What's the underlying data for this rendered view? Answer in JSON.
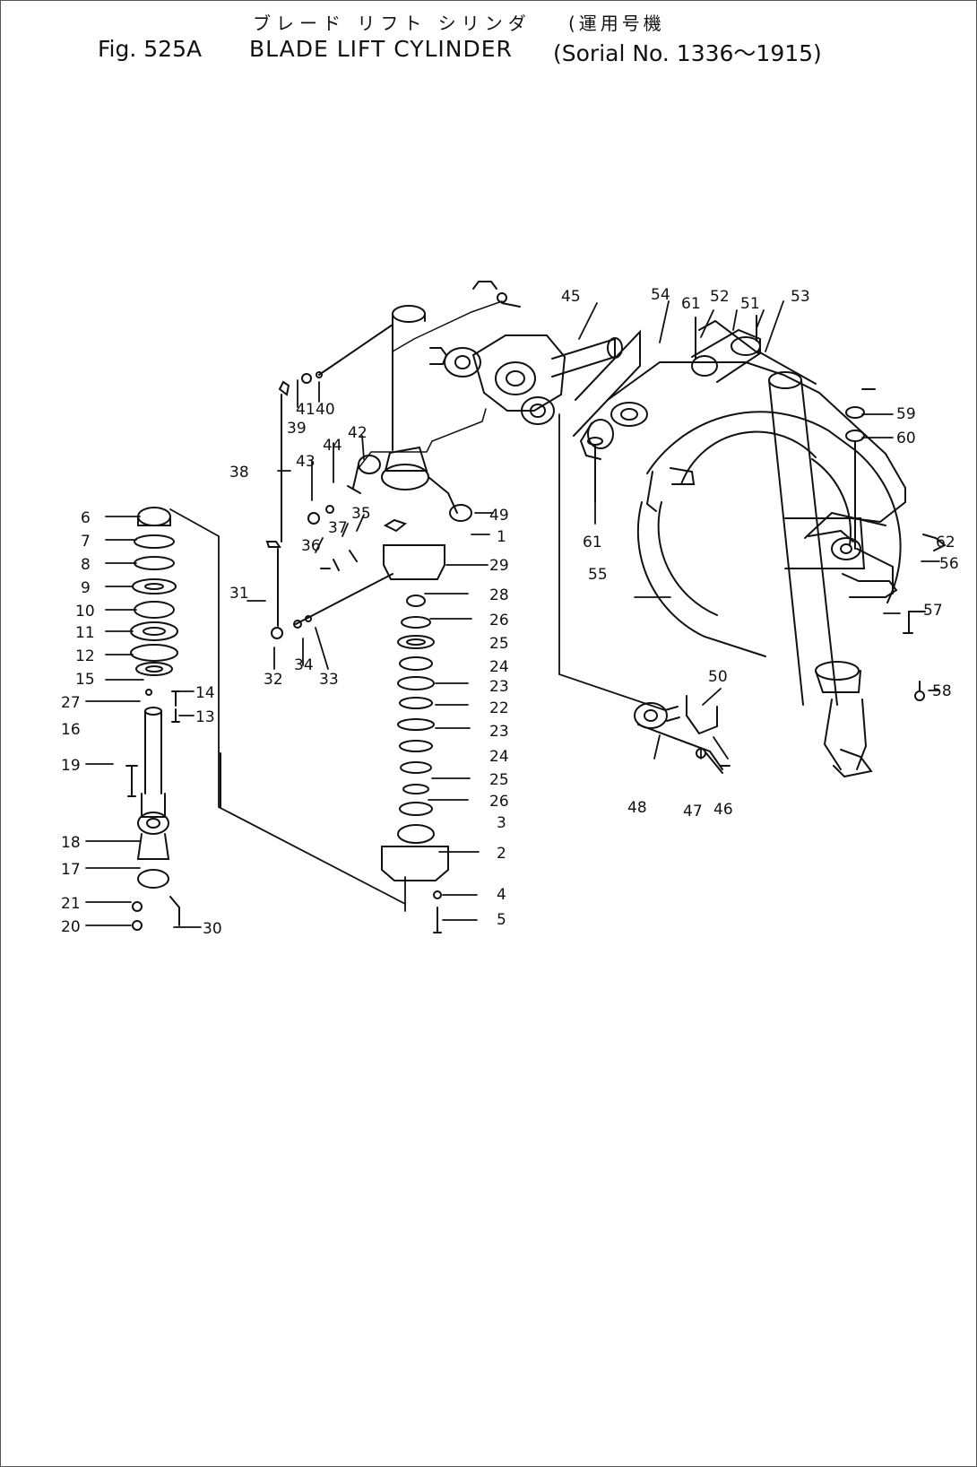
{
  "header": {
    "title_jp": "ブレード リフト シリンダ",
    "title_jp_paren": "(運用号機",
    "fig_label": "Fig. 525A",
    "title_en": "BLADE LIFT CYLINDER",
    "serial": "(Sorial No. 1336～1915)"
  },
  "callouts": [
    "1",
    "2",
    "3",
    "4",
    "5",
    "6",
    "7",
    "8",
    "9",
    "10",
    "11",
    "12",
    "13",
    "14",
    "15",
    "16",
    "17",
    "18",
    "19",
    "20",
    "21",
    "23",
    "24",
    "25",
    "26",
    "27",
    "28",
    "29",
    "30",
    "31",
    "32",
    "33",
    "34",
    "35",
    "36",
    "37",
    "38",
    "39",
    "40",
    "41",
    "42",
    "43",
    "44",
    "45",
    "46",
    "47",
    "48",
    "49",
    "50",
    "51",
    "52",
    "53",
    "54",
    "55",
    "56",
    "57",
    "58",
    "59",
    "60",
    "61",
    "62",
    "22"
  ]
}
